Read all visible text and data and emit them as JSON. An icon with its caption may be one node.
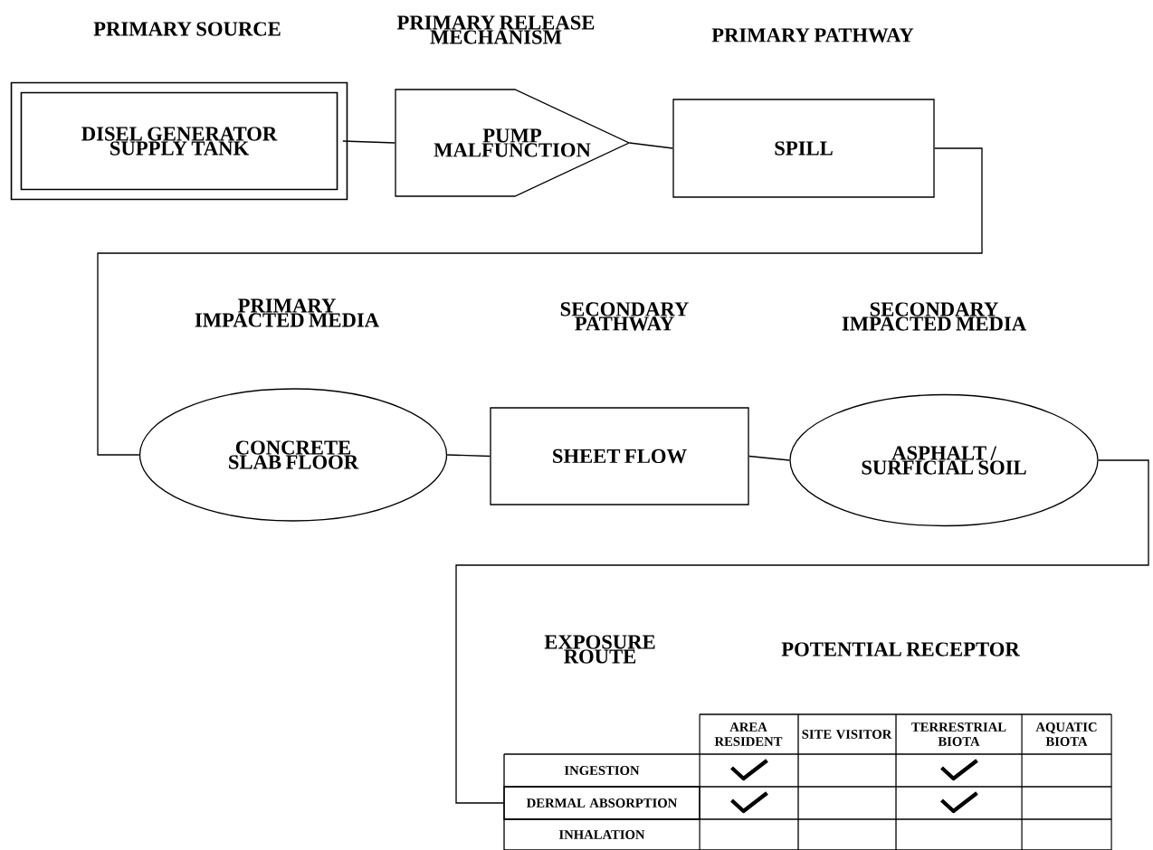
{
  "diagram": {
    "nodes": [
      {
        "text": [
          "DISEL GENERATOR SUPPLY TANK"
        ]
      },
      {
        "text": [
          "PUMP MALFUNCTION"
        ]
      },
      {
        "text": [
          "SPILL"
        ]
      },
      {
        "text": [
          "CONCRETE SLAB FLOOR"
        ]
      },
      {
        "text": [
          "SHEET FLOW"
        ]
      },
      {
        "text": [
          "ASPHALT / SURFICIAL SOIL"
        ]
      },
      {
        "text": [
          "DERMAL ABSORPTION"
        ]
      }
    ],
    "edges": [
      {
        "from": 0,
        "to": 1,
        "arrow": "none"
      },
      {
        "from": 1,
        "to": 2,
        "arrow": "none"
      },
      {
        "from": 2,
        "to": 3,
        "arrow": "none"
      },
      {
        "from": 3,
        "to": 4,
        "arrow": "none"
      },
      {
        "from": 4,
        "to": 5,
        "arrow": "none"
      },
      {
        "from": 5,
        "to": 6,
        "arrow": "none"
      }
    ],
    "labels": [
      "PRIMARY SOURCE",
      "PRIMARY RELEASE MECHANISM",
      "PRIMARY PATHWAY",
      "PRIMARY IMPACTED MEDIA",
      "SECONDARY PATHWAY",
      "SECONDARY IMPACTED MEDIA",
      "EXPOSURE ROUTE",
      "POTENTIAL RECEPTOR",
      "AREA RESIDENT",
      "SITE VISITOR",
      "TERRESTRIAL BIOTA",
      "AQUATIC BIOTA",
      "INGESTION",
      "INHALATION"
    ]
  }
}
